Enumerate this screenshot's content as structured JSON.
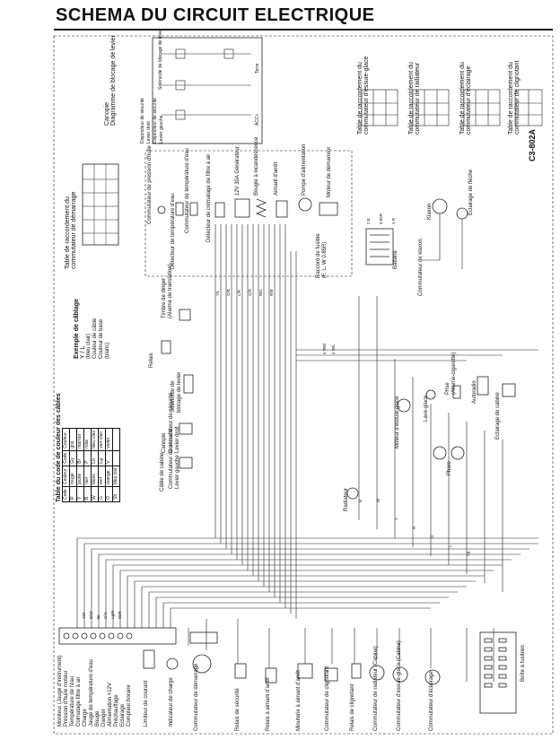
{
  "title": "SCHEMA DU CIRCUIT ELECTRIQUE",
  "ref_code": "C3-802A",
  "color_table": {
    "heading": "Table du code de couleur des câbles",
    "headers": [
      "Code",
      "Couleur",
      "Code",
      "Couleur"
    ],
    "rows": [
      [
        "R",
        "rouge",
        "Gy",
        "gris"
      ],
      [
        "Y",
        "jaune",
        "Br",
        "marron"
      ],
      [
        "B",
        "noir",
        "P",
        "rose"
      ],
      [
        "W",
        "blanc",
        "Lb",
        "bleu clair"
      ],
      [
        "G",
        "vert",
        "Lg",
        "vert clair"
      ],
      [
        "O",
        "orange",
        "V",
        "violet"
      ],
      [
        "Sb",
        "bleu ciel",
        "",
        ""
      ]
    ]
  },
  "wiring_example": {
    "heading": "Exemple de câblage",
    "sample": "Y / L",
    "lines": [
      "(bleu clair)",
      "Couleur de câble",
      "Couleur de base",
      "(blanc)"
    ]
  },
  "starter_table": {
    "heading": [
      "Table de raccordement du",
      "commutateur de démarrage"
    ]
  },
  "canopy": {
    "heading": [
      "Canopie",
      "Diagramme de blocage de levier"
    ],
    "labels": [
      "Disjoncteur de sécurité",
      "Levier droit",
      "Disjoncteur de sécurité",
      "Levier gauche",
      "Solénoïde de blocage de levier",
      "Terre",
      "ACC+"
    ]
  },
  "conn_tables": [
    [
      "Table de raccordement du",
      "commutateur d'essuie-glace"
    ],
    [
      "Table de raccordement du",
      "commutateur de radiateur"
    ],
    [
      "Table de raccordement du",
      "commutateur d'éclairage"
    ],
    [
      "Table de raccordement du",
      "commutateur de clignotant"
    ]
  ],
  "components": {
    "oil_pressure": "Commutateur de pression d'huile",
    "water_temp_sensor": "Détecteur de température d'eau",
    "water_temp_switch": "Commutateur de température d'eau",
    "air_filter": "Détecteur de colmatage de filtre à air",
    "glow": "Bougie à incandescence",
    "alternator": "12V 30A Générateur",
    "stop_magnet": "Aimant d'arrêt",
    "fuel_pump": "Pompe d'alimentation",
    "starter": "Moteur de démarreur",
    "battery": "Batterie",
    "fuse": [
      "Raccord de fusible",
      "(F. L. W 0.85R)"
    ],
    "horn_switch": "Commutateur de klaxon",
    "horn": "Klaxon",
    "boom_light": "Eclairage de flèche",
    "travel_alarm": [
      "Timbre de dinger",
      "(Alarme de translation)"
    ],
    "accel_relay": "Relais",
    "lever_solenoid": [
      "Solénoïde de",
      "blocage de levier"
    ],
    "safety_right": [
      "Commutateur de sécurité",
      "Levier droit"
    ],
    "safety_left": [
      "Commutateur de sécurité",
      "Levier gauche"
    ],
    "cab_cable": "Câble de cabine",
    "canopy_label": "Canopie",
    "wiper_motor": "Moteur d'essuie-glace",
    "washer": "Lave-glace",
    "socket": [
      "Prise",
      "(Allume-cigarette)"
    ],
    "autoradio": "Autoradio",
    "cab_light": "Eclairage de cabine",
    "headlamp": "Phare",
    "heater": "Radiateur",
    "fuse_box": "Boîte à fusibles"
  },
  "bottom_labels": [
    "Moniteur (Jauge d'instrument)",
    "Pression d'huile moteur",
    "Température de l'eau",
    "Colmatage filtre à air",
    "Charge",
    "Jauge de température d'eau",
    "Bouge",
    "Danger",
    "Alimentation +12V",
    "Préchauffage",
    "Eclairage",
    "Compteur horaire",
    "Limiteur de courant",
    "Indicateur de charge",
    "Commutateur de démarrage",
    "Relais de sécurité",
    "Relais à aimant d'arrêt",
    "Minuterie à aimant d'arrêt",
    "Commutateur de clignotant",
    "Relais de clignotant",
    "Commutateur de radiateur (Cabine)",
    "Commutateur d'essuie-glace (Cabine)",
    "Commutateur d'éclairage"
  ],
  "wire_codes": [
    "Y/R",
    "B/W",
    "Br",
    "G/Y",
    "Lg/R",
    "W/R",
    "Y/L",
    "O/B",
    "L/R",
    "G/R",
    "W/L",
    "R/B",
    "B",
    "W",
    "Y",
    "R",
    "G",
    "L",
    "Lg",
    "5 W/B",
    "5 W/L",
    "0.85R",
    "2 B",
    "3 R"
  ]
}
